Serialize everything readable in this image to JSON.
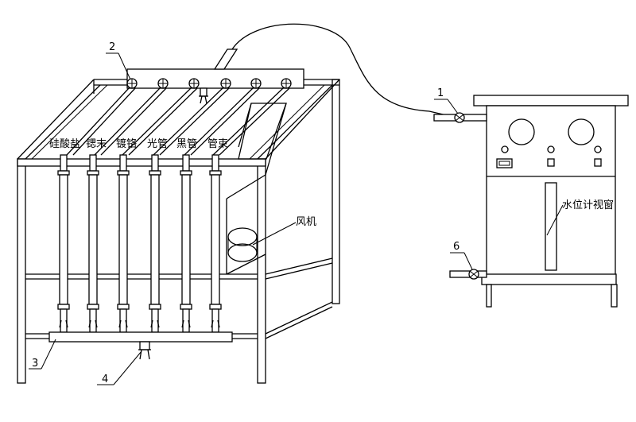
{
  "labels": {
    "tube1": "硅酸盐",
    "tube2": "锶末",
    "tube3": "镀铬",
    "tube4": "光管",
    "tube5": "黑管",
    "tube6": "管束",
    "fan": "风机",
    "water_window": "水位计视窗"
  },
  "callouts": {
    "c1": "1",
    "c2": "2",
    "c3": "3",
    "c4": "4",
    "c6": "6"
  }
}
